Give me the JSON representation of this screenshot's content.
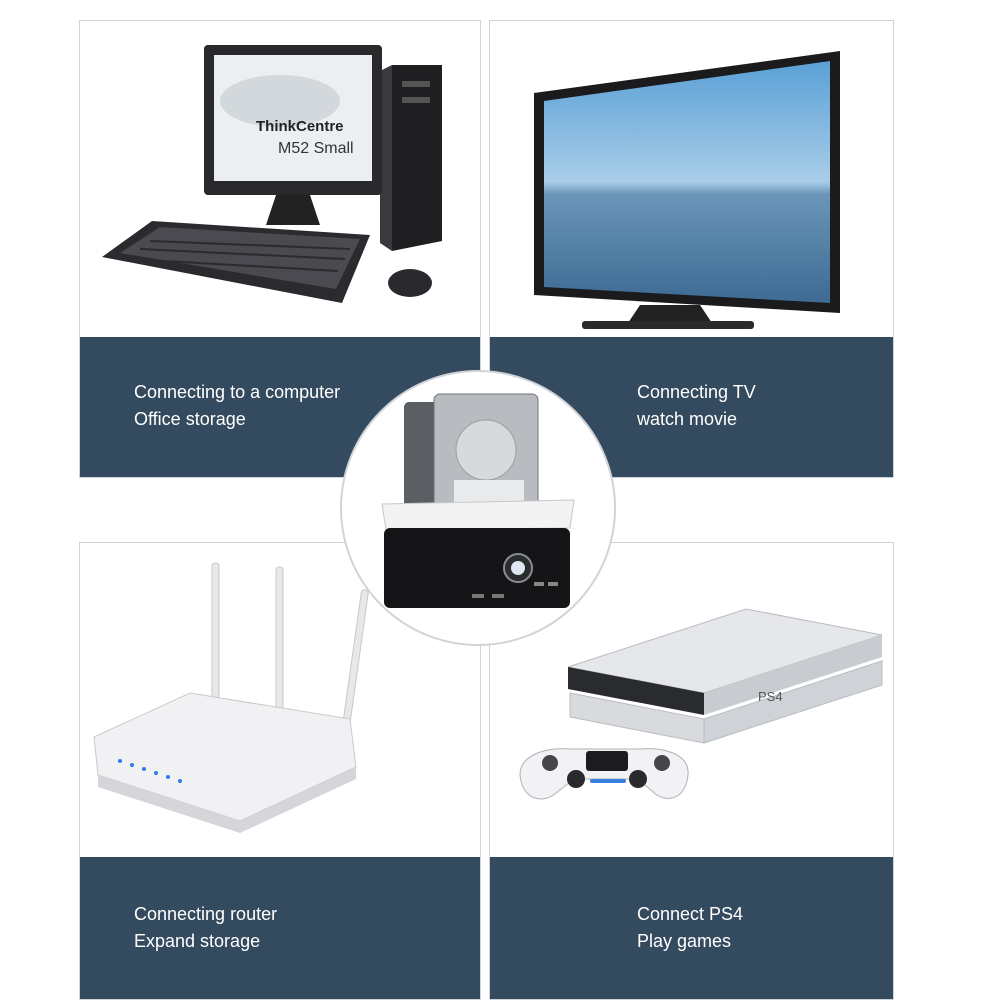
{
  "cards": [
    {
      "line1": "Connecting to a computer",
      "line2": "Office storage",
      "image": "desktop-computer"
    },
    {
      "line1": "Connecting TV",
      "line2": "watch movie",
      "image": "flat-screen-tv"
    },
    {
      "line1": "Connecting router",
      "line2": "Expand storage",
      "image": "wifi-router"
    },
    {
      "line1": "Connect PS4",
      "line2": "Play games",
      "image": "game-console"
    }
  ],
  "monitor_screen": {
    "brand": "ThinkCentre",
    "model": "M52 Small"
  },
  "console_label": "PS4",
  "colors": {
    "panel": "#344a5e",
    "caption": "#ffffff",
    "border": "#cfd4da"
  }
}
